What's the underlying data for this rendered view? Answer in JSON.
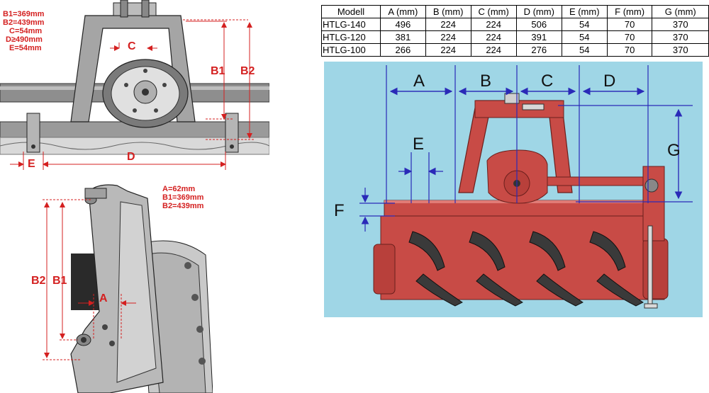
{
  "top_drawing": {
    "specs": [
      "B1=369mm",
      "B2=439mm",
      "C=54mm",
      "D≥490mm",
      "E=54mm"
    ],
    "labels": {
      "c": "C",
      "d": "D",
      "e": "E",
      "b1": "B1",
      "b2": "B2"
    }
  },
  "side_drawing": {
    "specs": [
      "A=62mm",
      "B1=369mm",
      "B2=439mm"
    ],
    "labels": {
      "a": "A",
      "b1": "B1",
      "b2": "B2"
    }
  },
  "spec_table": {
    "headers": [
      "Modell",
      "A (mm)",
      "B (mm)",
      "C (mm)",
      "D (mm)",
      "E (mm)",
      "F (mm)",
      "G (mm)"
    ],
    "rows": [
      [
        "HTLG-140",
        "496",
        "224",
        "224",
        "506",
        "54",
        "70",
        "370"
      ],
      [
        "HTLG-120",
        "381",
        "224",
        "224",
        "391",
        "54",
        "70",
        "370"
      ],
      [
        "HTLG-100",
        "266",
        "224",
        "224",
        "276",
        "54",
        "70",
        "370"
      ]
    ]
  },
  "front_view": {
    "labels": {
      "a": "A",
      "b": "B",
      "c": "C",
      "d": "D",
      "e": "E",
      "f": "F",
      "g": "G"
    }
  },
  "colors": {
    "dimension_red": "#d42020",
    "dimension_blue": "#2a2ab8",
    "panel_bg": "#9fd6e6",
    "machine_red": "#c84b46",
    "metal_grey": "#a8a8a8"
  }
}
